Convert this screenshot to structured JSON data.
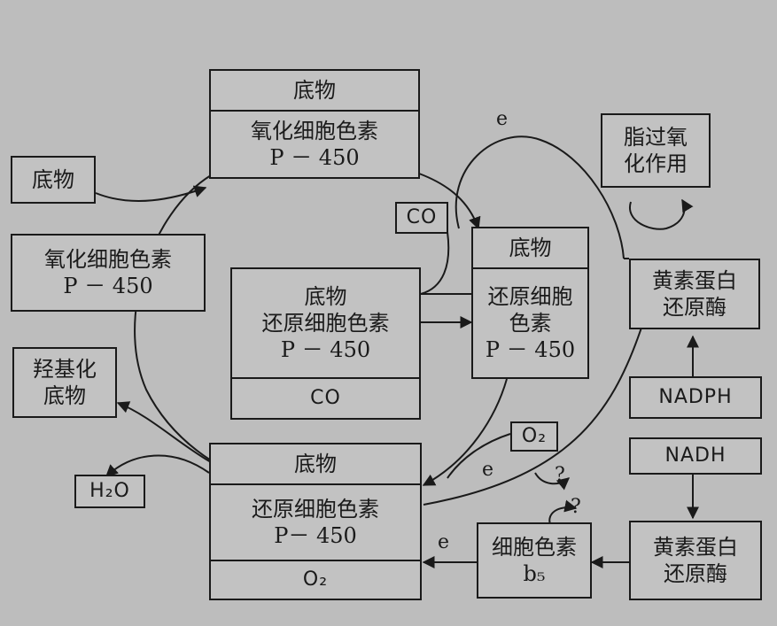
{
  "boxes": {
    "top": {
      "substrate": "底物",
      "line1": "氧化细胞色素",
      "line2": "P － 450"
    },
    "left_substrate": {
      "text": "底物"
    },
    "left_oxidized": {
      "line1": "氧化细胞色素",
      "line2": "P － 450"
    },
    "center_co": {
      "line1": "底物",
      "line2": "还原细胞色素",
      "line3": "P － 450",
      "bottom": "CO"
    },
    "co_tag": {
      "text": "CO"
    },
    "right_reduced": {
      "top": "底物",
      "line1": "还原细胞",
      "line2": "色素",
      "line3": "P － 450"
    },
    "hydroxylated": {
      "line1": "羟基化",
      "line2": "底物"
    },
    "h2o": {
      "text": "H₂O"
    },
    "bottom": {
      "top": "底物",
      "line1": "还原细胞色素",
      "line2": "P－ 450",
      "bottom": "O₂"
    },
    "o2_tag": {
      "text": "O₂"
    },
    "cyt_b5": {
      "line1": "细胞色素",
      "line2": "b₅"
    },
    "lipid_perox": {
      "line1": "脂过氧",
      "line2": "化作用"
    },
    "flavo_upper": {
      "line1": "黄素蛋白",
      "line2": "还原酶"
    },
    "nadph": {
      "text": "NADPH"
    },
    "nadh": {
      "text": "NADH"
    },
    "flavo_lower": {
      "line1": "黄素蛋白",
      "line2": "还原酶"
    }
  },
  "labels": {
    "e_top": "e",
    "e_middle": "e",
    "e_bottom": "e",
    "q1": "?",
    "q2": "?"
  }
}
